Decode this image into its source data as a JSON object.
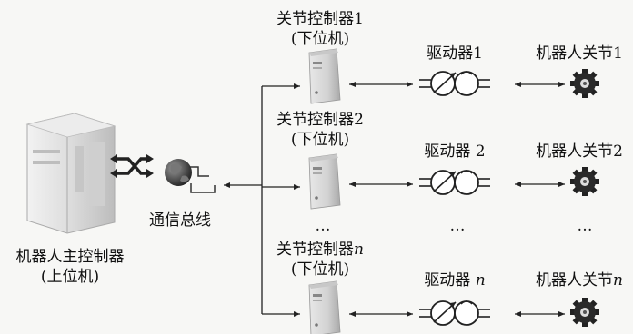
{
  "master": {
    "line1": "机器人主控制器",
    "line2": "(上位机)"
  },
  "bus": {
    "label": "通信总线"
  },
  "controllers": [
    {
      "line1": "关节控制器1",
      "line2": "(下位机)"
    },
    {
      "line1": "关节控制器2",
      "line2": "(下位机)"
    },
    {
      "line1_prefix": "关节控制器",
      "line1_var": "n",
      "line2": "(下位机)"
    }
  ],
  "drivers": [
    {
      "label": "驱动器1"
    },
    {
      "label": "驱动器 2"
    },
    {
      "prefix": "驱动器 ",
      "var": "n"
    }
  ],
  "joints": [
    {
      "label": "机器人关节1"
    },
    {
      "label": "机器人关节2"
    },
    {
      "prefix": "机器人关节",
      "var": "n"
    }
  ],
  "ellipsis": "…",
  "icons": [
    "server-icon",
    "network-switch-icon",
    "globe-network-icon",
    "pc-tower-icon",
    "motor-driver-icon",
    "gear-icon"
  ]
}
